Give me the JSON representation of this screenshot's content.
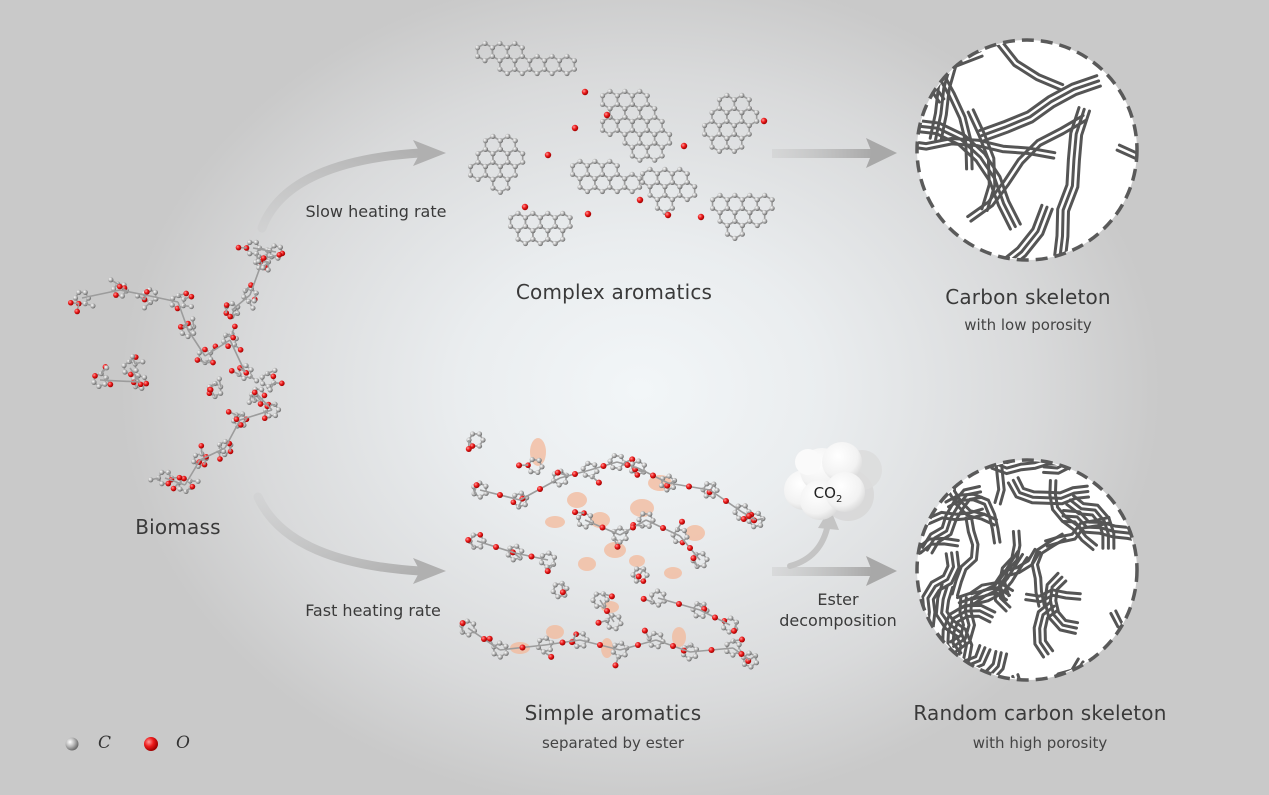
{
  "figure": {
    "start": {
      "label": "Biomass"
    },
    "paths": [
      {
        "id": "slow",
        "condition_label": "Slow heating rate",
        "intermediate": {
          "title": "Complex aromatics",
          "subtitle": ""
        },
        "transition_label": "",
        "product": {
          "title": "Carbon skeleton",
          "subtitle": "with low porosity"
        }
      },
      {
        "id": "fast",
        "condition_label": "Fast heating rate",
        "intermediate": {
          "title": "Simple aromatics",
          "subtitle": "separated by ester"
        },
        "transition_label_line1": "Ester",
        "transition_label_line2": "decomposition",
        "released_gas": {
          "formula_main": "CO",
          "formula_sub": "2"
        },
        "product": {
          "title": "Random carbon skeleton",
          "subtitle": "with high porosity"
        }
      }
    ],
    "legend": [
      {
        "symbol": "gray-sphere",
        "label": "C",
        "color": "#9a9a9a"
      },
      {
        "symbol": "red-sphere",
        "label": "O",
        "color": "#e8141a"
      }
    ],
    "colors": {
      "carbon_atom": "#a8a8a8",
      "oxygen_atom": "#e8141a",
      "arrow": "#b4b4b4",
      "skeleton_line": "#555555",
      "ester_highlight": "#f3b89a"
    }
  }
}
